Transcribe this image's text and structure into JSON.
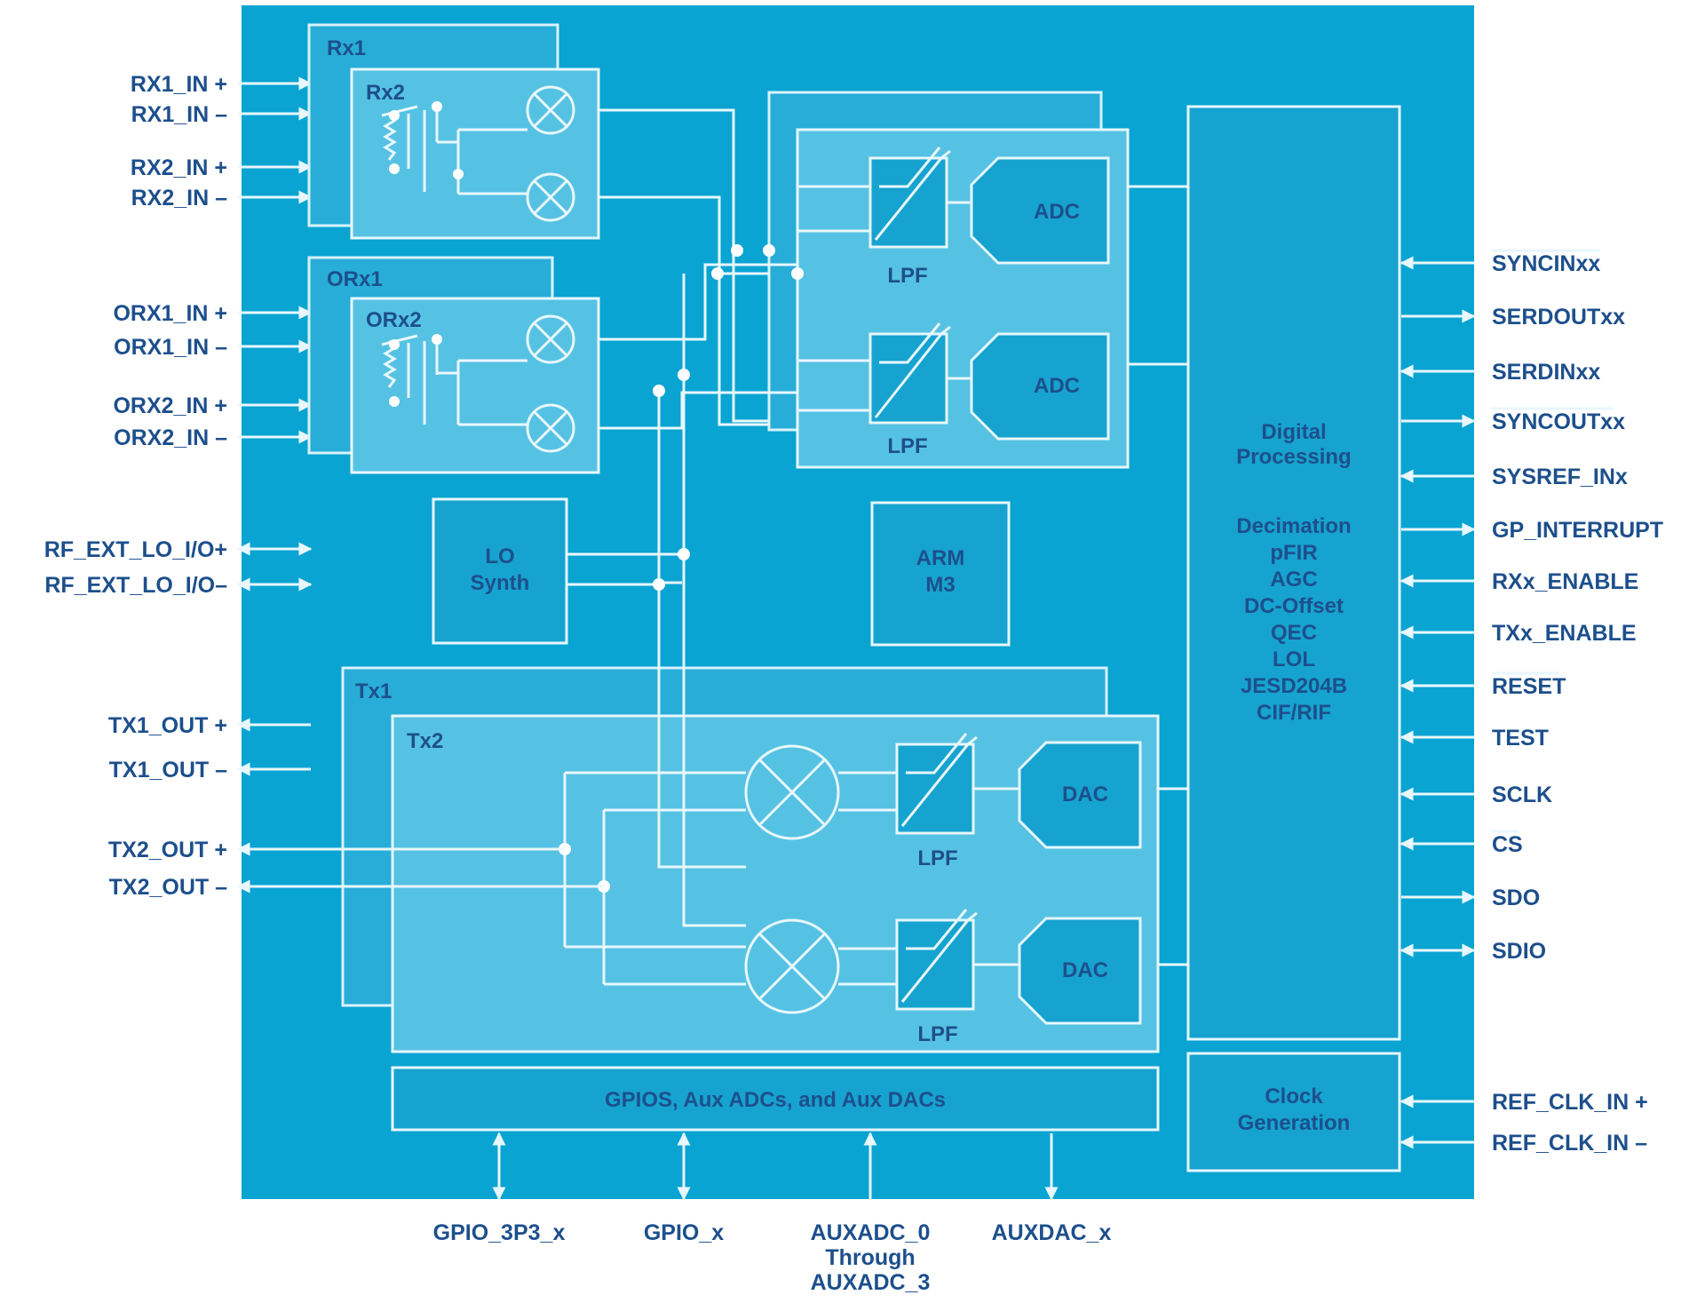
{
  "left_pins": [
    {
      "id": "rx1p",
      "label": "RX1_IN +",
      "dir": "in"
    },
    {
      "id": "rx1n",
      "label": "RX1_IN –",
      "dir": "in"
    },
    {
      "id": "rx2p",
      "label": "RX2_IN +",
      "dir": "in"
    },
    {
      "id": "rx2n",
      "label": "RX2_IN –",
      "dir": "in"
    },
    {
      "id": "orx1p",
      "label": "ORX1_IN +",
      "dir": "in"
    },
    {
      "id": "orx1n",
      "label": "ORX1_IN –",
      "dir": "in"
    },
    {
      "id": "orx2p",
      "label": "ORX2_IN +",
      "dir": "in"
    },
    {
      "id": "orx2n",
      "label": "ORX2_IN –",
      "dir": "in"
    },
    {
      "id": "lop",
      "label": "RF_EXT_LO_I/O+",
      "dir": "bi"
    },
    {
      "id": "lon",
      "label": "RF_EXT_LO_I/O–",
      "dir": "bi"
    },
    {
      "id": "tx1p",
      "label": "TX1_OUT +",
      "dir": "out"
    },
    {
      "id": "tx1n",
      "label": "TX1_OUT –",
      "dir": "out"
    },
    {
      "id": "tx2p",
      "label": "TX2_OUT +",
      "dir": "out"
    },
    {
      "id": "tx2n",
      "label": "TX2_OUT –",
      "dir": "out"
    }
  ],
  "right_pins": [
    {
      "id": "syncin",
      "label": "SYNCINxx",
      "dir": "in",
      "overbar": true
    },
    {
      "id": "serdout",
      "label": "SERDOUTxx",
      "dir": "out",
      "overbar": false
    },
    {
      "id": "serdin",
      "label": "SERDINxx",
      "dir": "in",
      "overbar": false
    },
    {
      "id": "syncout",
      "label": "SYNCOUTxx",
      "dir": "out",
      "overbar": true
    },
    {
      "id": "sysref",
      "label": "SYSREF_INx",
      "dir": "in",
      "overbar": false
    },
    {
      "id": "gpint",
      "label": "GP_INTERRUPT",
      "dir": "out",
      "overbar": false
    },
    {
      "id": "rxen",
      "label": "RXx_ENABLE",
      "dir": "in",
      "overbar": false
    },
    {
      "id": "txen",
      "label": "TXx_ENABLE",
      "dir": "in",
      "overbar": false
    },
    {
      "id": "reset",
      "label": "RESET",
      "dir": "in",
      "overbar": true
    },
    {
      "id": "test",
      "label": "TEST",
      "dir": "in",
      "overbar": false
    },
    {
      "id": "sclk",
      "label": "SCLK",
      "dir": "in",
      "overbar": false
    },
    {
      "id": "cs",
      "label": "CS",
      "dir": "in",
      "overbar": true
    },
    {
      "id": "sdo",
      "label": "SDO",
      "dir": "out",
      "overbar": false
    },
    {
      "id": "sdio",
      "label": "SDIO",
      "dir": "bi",
      "overbar": false
    },
    {
      "id": "refp",
      "label": "REF_CLK_IN +",
      "dir": "in",
      "overbar": false
    },
    {
      "id": "refn",
      "label": "REF_CLK_IN –",
      "dir": "in",
      "overbar": false
    }
  ],
  "bottom_pins": [
    {
      "id": "gpio3p3",
      "label": "GPIO_3P3_x",
      "dir": "bi"
    },
    {
      "id": "gpio",
      "label": "GPIO_x",
      "dir": "bi"
    },
    {
      "id": "auxadc",
      "label": "AUXADC_0",
      "label2": "Through",
      "label3": "AUXADC_3",
      "dir": "in"
    },
    {
      "id": "auxdac",
      "label": "AUXDAC_x",
      "dir": "out"
    }
  ],
  "blocks": {
    "rx1": "Rx1",
    "rx2": "Rx2",
    "orx1": "ORx1",
    "orx2": "ORx2",
    "lo_line1": "LO",
    "lo_line2": "Synth",
    "arm_line1": "ARM",
    "arm_line2": "M3",
    "tx1": "Tx1",
    "tx2": "Tx2",
    "adc": "ADC",
    "dac": "DAC",
    "lpf": "LPF",
    "gpio_bar": "GPIOS, Aux ADCs, and Aux DACs",
    "dp_title": [
      "Digital",
      "Processing"
    ],
    "dp_items": [
      "Decimation",
      "pFIR",
      "AGC",
      "DC-Offset",
      "QEC",
      "LOL",
      "JESD204B",
      "CIF/RIF"
    ],
    "clock": [
      "Clock",
      "Generation"
    ]
  },
  "colors": {
    "core": "#0aa4d2",
    "label": "#1d4f8c",
    "wire": "#e8f7fc"
  }
}
